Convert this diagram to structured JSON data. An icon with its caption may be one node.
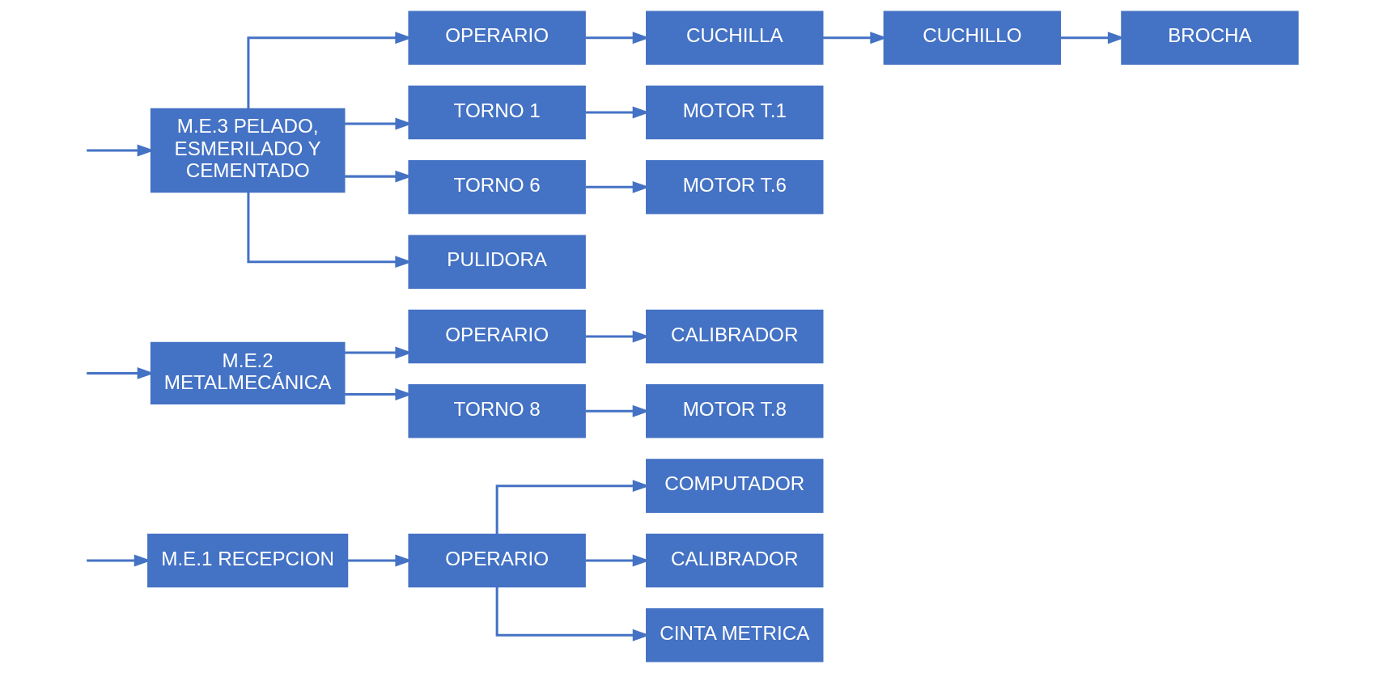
{
  "diagram": {
    "nodes": [
      {
        "text": [
          "M.E.1 RECEPCION"
        ]
      },
      {
        "text": [
          "OPERARIO"
        ]
      },
      {
        "text": [
          "COMPUTADOR"
        ]
      },
      {
        "text": [
          "CALIBRADOR"
        ]
      },
      {
        "text": [
          "CINTA METRICA"
        ]
      },
      {
        "text": [
          "M.E.2 METALMECÁNICA"
        ]
      },
      {
        "text": [
          "OPERARIO"
        ]
      },
      {
        "text": [
          "TORNO 8"
        ]
      },
      {
        "text": [
          "CALIBRADOR"
        ]
      },
      {
        "text": [
          "MOTOR T.8"
        ]
      },
      {
        "text": [
          "M.E.3 PELADO, ESMERILADO Y CEMENTADO"
        ]
      },
      {
        "text": [
          "OPERARIO"
        ]
      },
      {
        "text": [
          "TORNO 1"
        ]
      },
      {
        "text": [
          "TORNO 6"
        ]
      },
      {
        "text": [
          "PULIDORA"
        ]
      },
      {
        "text": [
          "CUCHILLA"
        ]
      },
      {
        "text": [
          "CUCHILLO"
        ]
      },
      {
        "text": [
          "BROCHA"
        ]
      },
      {
        "text": [
          "MOTOR T.1"
        ]
      },
      {
        "text": [
          "MOTOR T.6"
        ]
      }
    ],
    "edges": [
      {
        "from": null,
        "to": 0,
        "arrow": "to"
      },
      {
        "from": null,
        "to": 5,
        "arrow": "to"
      },
      {
        "from": null,
        "to": 10,
        "arrow": "to"
      },
      {
        "from": 0,
        "to": 1,
        "arrow": "to"
      },
      {
        "from": 1,
        "to": 2,
        "arrow": "to"
      },
      {
        "from": 1,
        "to": 3,
        "arrow": "to"
      },
      {
        "from": 1,
        "to": 4,
        "arrow": "to"
      },
      {
        "from": 5,
        "to": 6,
        "arrow": "to"
      },
      {
        "from": 5,
        "to": 7,
        "arrow": "to"
      },
      {
        "from": 6,
        "to": 8,
        "arrow": "to"
      },
      {
        "from": 7,
        "to": 9,
        "arrow": "to"
      },
      {
        "from": 10,
        "to": 11,
        "arrow": "to"
      },
      {
        "from": 10,
        "to": 12,
        "arrow": "to"
      },
      {
        "from": 10,
        "to": 13,
        "arrow": "to"
      },
      {
        "from": 10,
        "to": 14,
        "arrow": "to"
      },
      {
        "from": 11,
        "to": 15,
        "arrow": "to"
      },
      {
        "from": 15,
        "to": 16,
        "arrow": "to"
      },
      {
        "from": 16,
        "to": 17,
        "arrow": "to"
      },
      {
        "from": 12,
        "to": 18,
        "arrow": "to"
      },
      {
        "from": 13,
        "to": 19,
        "arrow": "to"
      }
    ]
  }
}
